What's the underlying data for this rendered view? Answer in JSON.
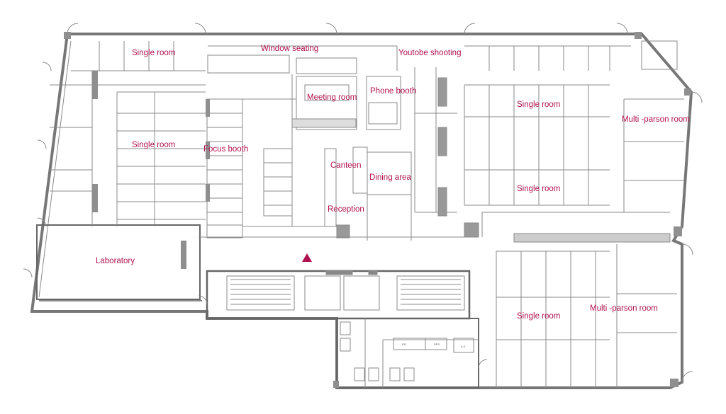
{
  "colors": {
    "label": "#b0124f",
    "wall": "#7a7a7a",
    "line": "#8a8a8a",
    "marker": "#b0124f"
  },
  "rooms": {
    "single_room_top_left": "Single room",
    "window_seating": "Window seating",
    "youtube_shooting": "Youtobe shooting",
    "meeting_room": "Meeting room",
    "phone_booth": "Phone booth",
    "single_room_top_right": "Single room",
    "multi_person_room_right": "Multi -parson room",
    "single_room_mid_left": "Single room",
    "focus_booth": "Focus  booth",
    "canteen": "Canteen",
    "dining_area": "Dining area",
    "single_room_mid_right": "Single room",
    "reception": "Reception",
    "laboratory": "Laboratory",
    "single_room_bottom_right": "Single room",
    "multi_person_room_bottom": "Multi -parson room"
  },
  "service_labels": {
    "pd": "P.D",
    "eps": "EPS",
    "av": "A.V"
  },
  "entrance_marker": "entrance-triangle"
}
